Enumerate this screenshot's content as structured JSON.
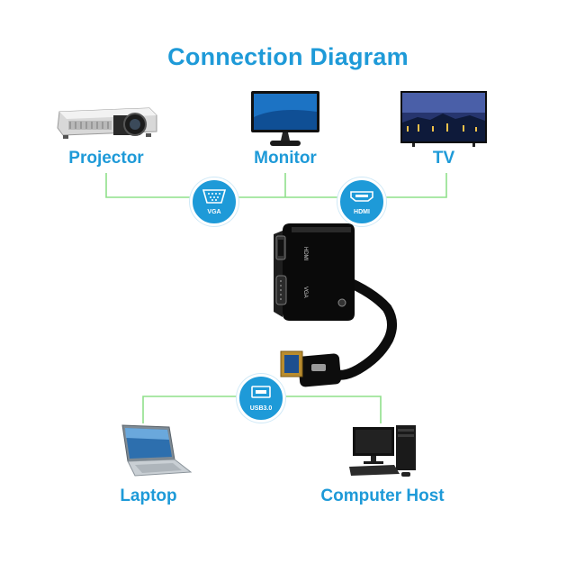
{
  "title": "Connection Diagram",
  "devices": {
    "projector": "Projector",
    "monitor": "Monitor",
    "tv": "TV",
    "laptop": "Laptop",
    "computer_host": "Computer Host"
  },
  "ports": {
    "vga": "VGA",
    "hdmi": "HDMI",
    "usb": "USB3.0"
  },
  "adapter_labels": {
    "hdmi": "HDMI",
    "vga": "VGA"
  },
  "colors": {
    "accent": "#1e9ad8",
    "connector_line": "#8fe08a",
    "adapter_body": "#111111"
  }
}
